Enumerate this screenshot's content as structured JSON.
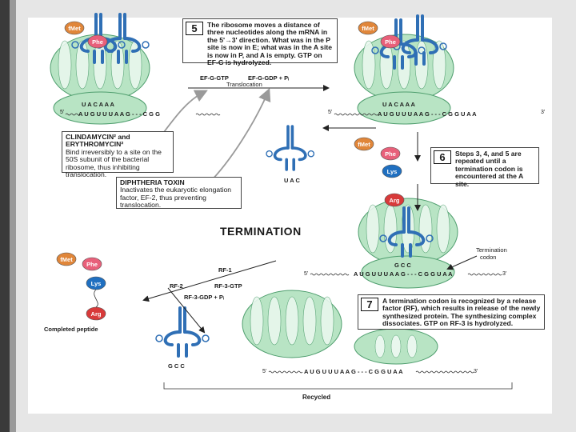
{
  "steps": {
    "step5": {
      "number": "5",
      "text": "The ribosome moves a distance of three nucleotides along the mRNA in the 5'→3' direction. What was in the P site is now in E; what was in the A site is now in P, and A is empty. GTP on EF-G is hydrolyzed."
    },
    "step6": {
      "number": "6",
      "text": "Steps 3, 4, and 5 are repeated until a termination codon is encountered at the A site."
    },
    "step7": {
      "number": "7",
      "text": "A termination codon is recognized by a release factor (RF), which results in release of the newly synthesized protein. The synthesizing complex dissociates. GTP on RF-3 is hydrolyzed."
    }
  },
  "drugs": {
    "clindamycin": {
      "title": "CLINDAMYCIN² and ERYTHROMYCIN²",
      "text": "Bind irreversibly to a site on the 50S subunit of the bacterial ribosome, thus inhibiting translocation."
    },
    "diphtheria": {
      "title": "DIPHTHERIA TOXIN",
      "text": "Inactivates the eukaryotic elongation factor, EF-2, thus preventing translocation."
    }
  },
  "section_title": "TERMINATION",
  "amino_acids": {
    "fmet": "fMet",
    "phe": "Phe",
    "lys": "Lys",
    "arg": "Arg"
  },
  "labels": {
    "ef_g_gtp": "EF-G-GTP",
    "ef_g_gdp": "EF-G-GDP + Pᵢ",
    "translocation": "Translocation",
    "termination_codon": "Termination codon",
    "rf1": "RF-1",
    "rf2": "RF-2",
    "rf3_gtp": "RF-3-GTP",
    "rf3_gdp": "RF-3-GDP + Pᵢ",
    "completed_peptide": "Completed peptide",
    "recycled": "Recycled",
    "five_prime": "5'",
    "three_prime": "3'"
  },
  "sequences": {
    "anticodon_1": "U A C  A A A",
    "mrna_1": "A U G  U U U  A A G - - - C  G  G",
    "anticodon_2": "U A C  A A A",
    "mrna_2": "A U G  U U U  A A G - - - C G G  U A A",
    "free_trna_anticodon": "U A C",
    "term_anticodon": "G C C",
    "mrna_3": "A U G  U U U  A A G - - - C G G  U A A",
    "released_trna_anticodon": "G C C",
    "mrna_4": "A U G  U U U  A A G - - - C G G U A A"
  },
  "colors": {
    "ribosome_fill": "#b8e4c4",
    "ribosome_stroke": "#4f9e6e",
    "trna_blue": "#2f6fb5",
    "fmet": "#e0863a",
    "phe": "#e8607a",
    "lys": "#1f6fc0",
    "arg": "#d83a3a"
  }
}
